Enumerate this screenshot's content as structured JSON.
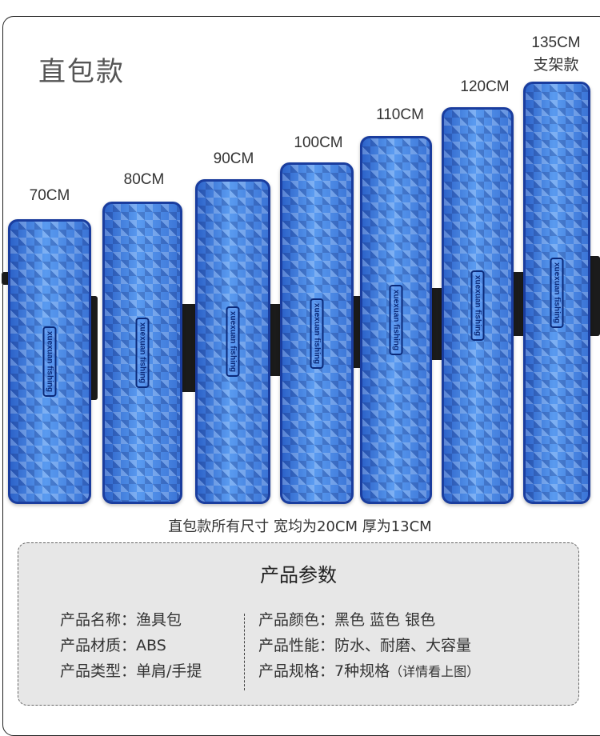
{
  "title": "直包款",
  "cases": [
    {
      "label": "70CM"
    },
    {
      "label": "80CM"
    },
    {
      "label": "90CM"
    },
    {
      "label": "100CM"
    },
    {
      "label": "110CM"
    },
    {
      "label": "120CM"
    },
    {
      "label": "135CM",
      "sublabel": "支架款"
    }
  ],
  "brand_text": "xuexuan fishing",
  "size_note": "直包款所有尺寸 宽均为20CM 厚为13CM",
  "specs": {
    "title": "产品参数",
    "left": [
      {
        "key": "产品名称：",
        "value": "渔具包"
      },
      {
        "key": "产品材质：",
        "value": "ABS"
      },
      {
        "key": "产品类型：",
        "value": "单肩/手提"
      }
    ],
    "right": [
      {
        "key": "产品颜色：",
        "value": "黑色 蓝色 银色"
      },
      {
        "key": "产品性能：",
        "value": "防水、耐磨、大容量"
      },
      {
        "key": "产品规格：",
        "value": "7种规格",
        "note": "（详情看上图）"
      }
    ]
  },
  "colors": {
    "case_blue": "#3f7fe0",
    "case_border": "#1a3d9e",
    "strap": "#1b1b1b"
  }
}
